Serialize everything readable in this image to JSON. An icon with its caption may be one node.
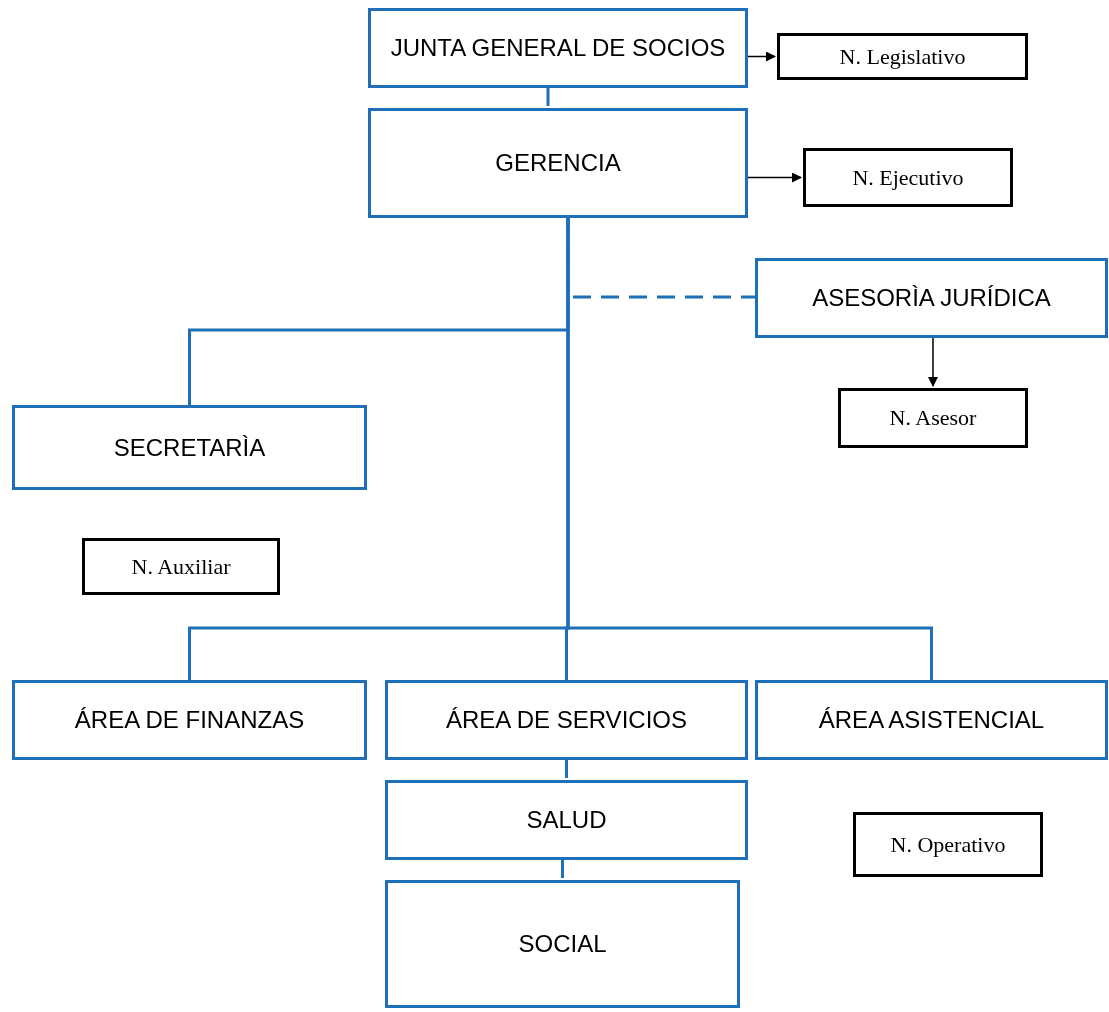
{
  "diagram": {
    "nodes": [
      {
        "text": [
          "JUNTA GENERAL DE SOCIOS"
        ]
      },
      {
        "text": [
          "N. Legislativo"
        ]
      },
      {
        "text": [
          "GERENCIA"
        ]
      },
      {
        "text": [
          "N. Ejecutivo"
        ]
      },
      {
        "text": [
          "ASESORÌA JURÍDICA"
        ]
      },
      {
        "text": [
          "N. Asesor"
        ]
      },
      {
        "text": [
          "SECRETARÌA"
        ]
      },
      {
        "text": [
          "N. Auxiliar"
        ]
      },
      {
        "text": [
          "ÁREA DE FINANZAS"
        ]
      },
      {
        "text": [
          "ÁREA DE SERVICIOS"
        ]
      },
      {
        "text": [
          "ÁREA ASISTENCIAL"
        ]
      },
      {
        "text": [
          "SALUD"
        ]
      },
      {
        "text": [
          "N. Operativo"
        ]
      },
      {
        "text": [
          "SOCIAL"
        ]
      }
    ],
    "edges": [
      {
        "from": 0,
        "to": 1,
        "arrow": "to",
        "color": "#000000"
      },
      {
        "from": 0,
        "to": 2,
        "arrow": "none"
      },
      {
        "from": 2,
        "to": 3,
        "arrow": "to",
        "color": "#000000"
      },
      {
        "from": 2,
        "to": 4,
        "arrow": "none",
        "style": "dashed"
      },
      {
        "from": 2,
        "to": 6,
        "arrow": "none"
      },
      {
        "from": 4,
        "to": 5,
        "arrow": "to",
        "color": "#000000"
      },
      {
        "from": 2,
        "to": 8,
        "arrow": "none"
      },
      {
        "from": 2,
        "to": 9,
        "arrow": "none"
      },
      {
        "from": 2,
        "to": 10,
        "arrow": "none"
      },
      {
        "from": 9,
        "to": 11,
        "arrow": "none"
      },
      {
        "from": 11,
        "to": 13,
        "arrow": "none"
      }
    ]
  }
}
